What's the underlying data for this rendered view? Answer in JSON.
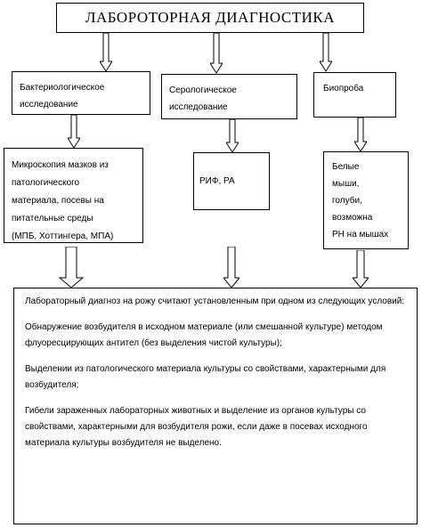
{
  "title": "ЛАБОРОТОРНАЯ ДИАГНОСТИКА",
  "level1": {
    "bacteriological": [
      "Бактериологическое",
      "исследование"
    ],
    "serological": [
      "Серологическое",
      "исследование"
    ],
    "bioassay": [
      "Биопроба"
    ]
  },
  "level2": {
    "microscopy": [
      "Микроскопия мазков из",
      "патологического",
      "материала, посевы на",
      "питательные среды",
      "(МПБ, Хоттингера, МПА)"
    ],
    "rif": [
      "РИФ, РА"
    ],
    "animals": [
      "Белые",
      "мыши,",
      "голуби,",
      "возможна",
      "РН на мышах"
    ]
  },
  "conclusion": {
    "p1": "Лабораторный диагноз на рожу считают установленным при одном из следующих условий:",
    "p2": "Обнаружение возбудителя в исходном материале (или смешанной культуре) методом флуоресцирующих антител (без выделения чистой культуры);",
    "p3": "Выделении из патологического материала культуры со свойствами, характерными для возбудителя;",
    "p4": "Гибели зараженных лабораторных животных и выделение из органов культуры со свойствами, характерными для возбудителя рожи, если даже в посевах исходного материала культуры возбудителя не выделено."
  }
}
